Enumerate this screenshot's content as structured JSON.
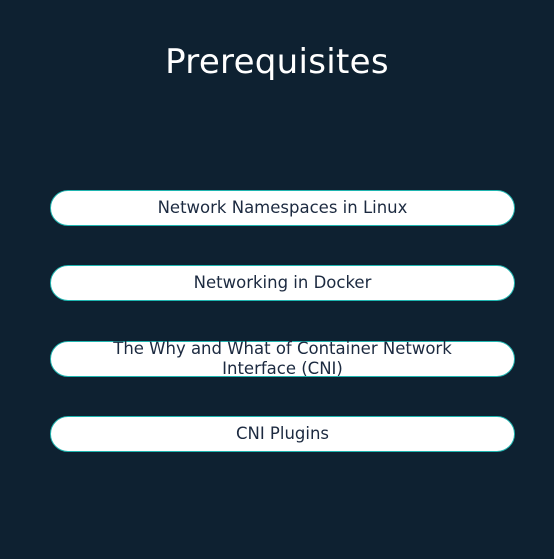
{
  "slide": {
    "title": "Prerequisites",
    "items": [
      {
        "label": "Network Namespaces in Linux"
      },
      {
        "label": "Networking in Docker"
      },
      {
        "label": "The Why and What of Container Network Interface (CNI)"
      },
      {
        "label": "CNI Plugins"
      }
    ]
  }
}
